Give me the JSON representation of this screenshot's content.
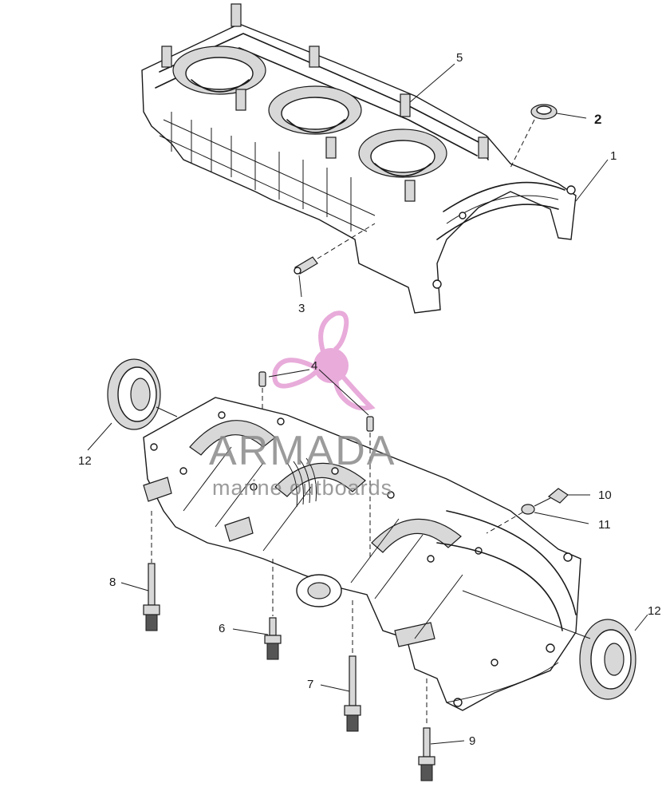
{
  "callouts": {
    "c1": "1",
    "c2": "2",
    "c3": "3",
    "c4": "4",
    "c5": "5",
    "c6": "6",
    "c7": "7",
    "c8": "8",
    "c9": "9",
    "c10": "10",
    "c11": "11",
    "c12_left": "12",
    "c12_right": "12"
  },
  "watermark": {
    "title": "ARMADA",
    "subtitle": "marine outboards"
  },
  "colors": {
    "line": "#1a1a1a",
    "logo_pink": "#e6a3d6",
    "watermark_gray": "#8a8a8a"
  }
}
